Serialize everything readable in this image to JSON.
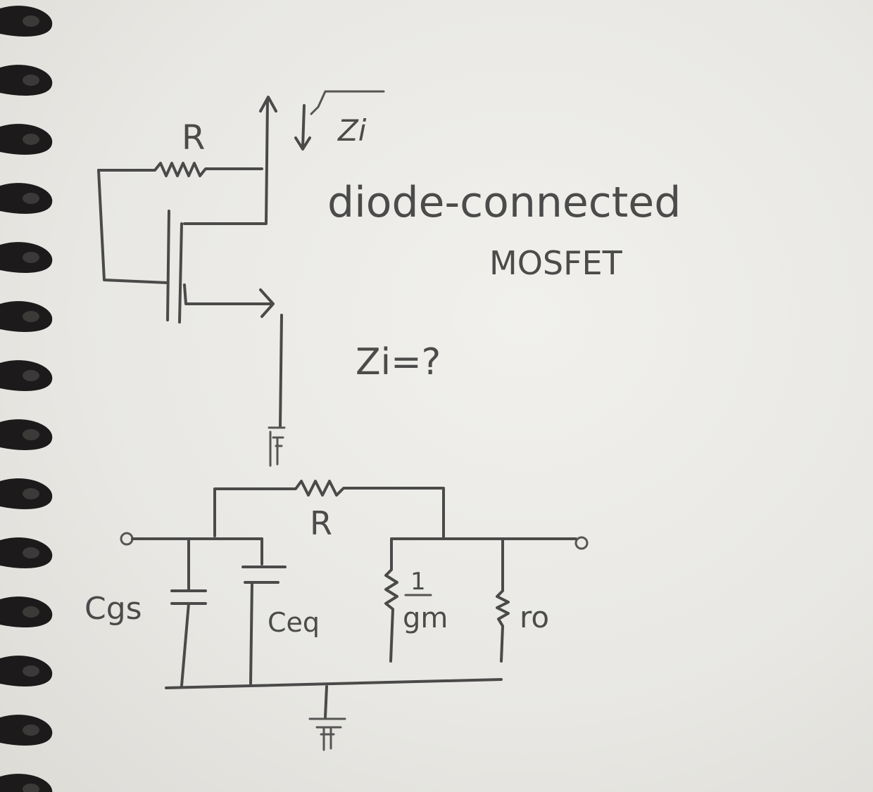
{
  "top_circuit": {
    "resistor_label": "R",
    "input_label": "Zi",
    "caption_line1": "diode-connected",
    "caption_line2": "MOSFET",
    "question": "Zi=?"
  },
  "small_signal_model": {
    "resistor_label": "R",
    "cap1_label": "Cgs",
    "cap2_label": "Ceq",
    "gm_numerator": "1",
    "gm_denominator": "gm",
    "ro_label": "ro"
  }
}
